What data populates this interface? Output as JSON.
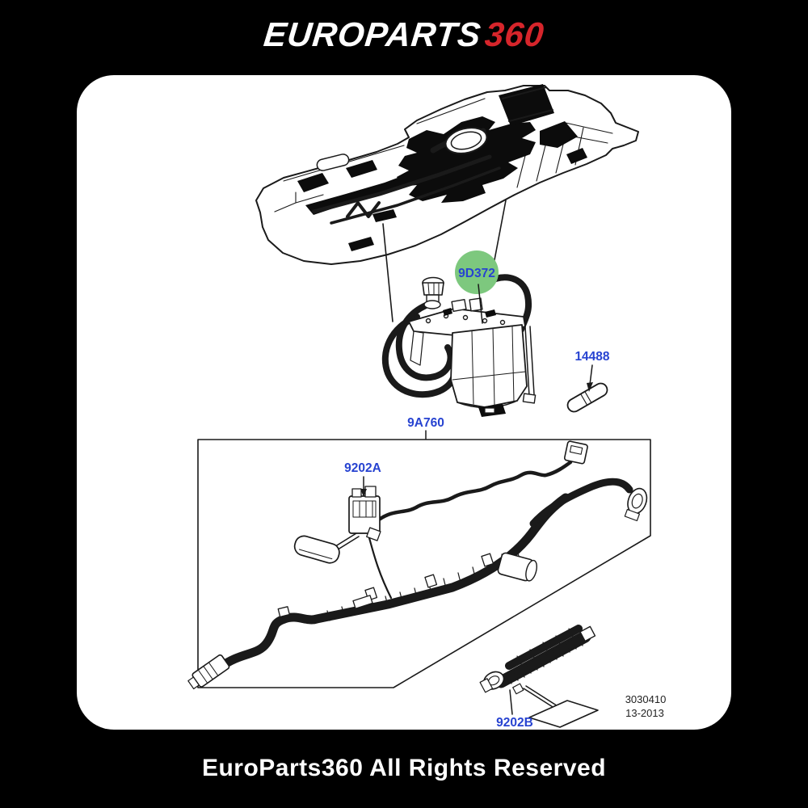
{
  "header": {
    "brand": "EUROPARTS",
    "suffix": "360",
    "brand_color": "#ffffff",
    "suffix_color": "#d6252b"
  },
  "diagram": {
    "label_color": "#2743d1",
    "highlight_color": "#7dc87e",
    "line_color": "#1a1a1a",
    "labels": {
      "pump_module": "9D372",
      "valve": "14488",
      "harness": "9A760",
      "sender_front": "9202A",
      "sender_rear": "9202B"
    },
    "doc": {
      "number": "3030410",
      "date": "13-2013"
    }
  },
  "footer": {
    "copyright": "EuroParts360 All Rights Reserved"
  }
}
